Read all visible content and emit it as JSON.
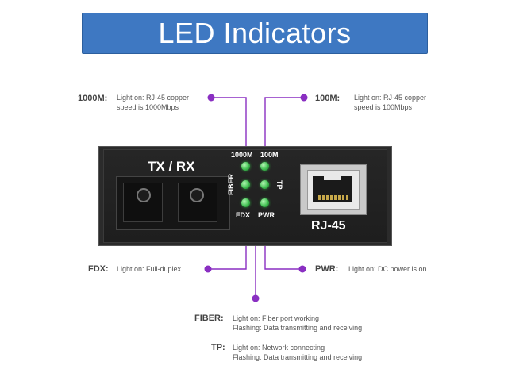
{
  "banner": {
    "title": "LED Indicators"
  },
  "callouts": {
    "m1000": {
      "label": "1000M:",
      "desc": [
        "Light on: RJ-45 copper",
        "speed is 1000Mbps"
      ]
    },
    "m100": {
      "label": "100M:",
      "desc": [
        "Light on: RJ-45 copper",
        "speed is 100Mbps"
      ]
    },
    "fdx": {
      "label": "FDX:",
      "desc": [
        "Light on: Full-duplex"
      ]
    },
    "pwr": {
      "label": "PWR:",
      "desc": [
        "Light on: DC power is on"
      ]
    },
    "fiber": {
      "label": "FIBER:",
      "desc": [
        "Light on: Fiber port working",
        "Flashing: Data transmitting and receiving"
      ]
    },
    "tp": {
      "label": "TP:",
      "desc": [
        "Light on: Network connecting",
        "Flashing: Data transmitting and receiving"
      ]
    }
  },
  "device": {
    "fiber_port_label": "TX / RX",
    "led_labels": {
      "m1000": "1000M",
      "m100": "100M",
      "fiber": "FIBER",
      "tp": "TP",
      "fdx": "FDX",
      "pwr": "PWR"
    },
    "rj45_label": "RJ-45"
  },
  "colors": {
    "banner": "#3e78c2",
    "callout_line": "#8a2fc2",
    "led": "#3fbf50",
    "device": "#262626"
  }
}
